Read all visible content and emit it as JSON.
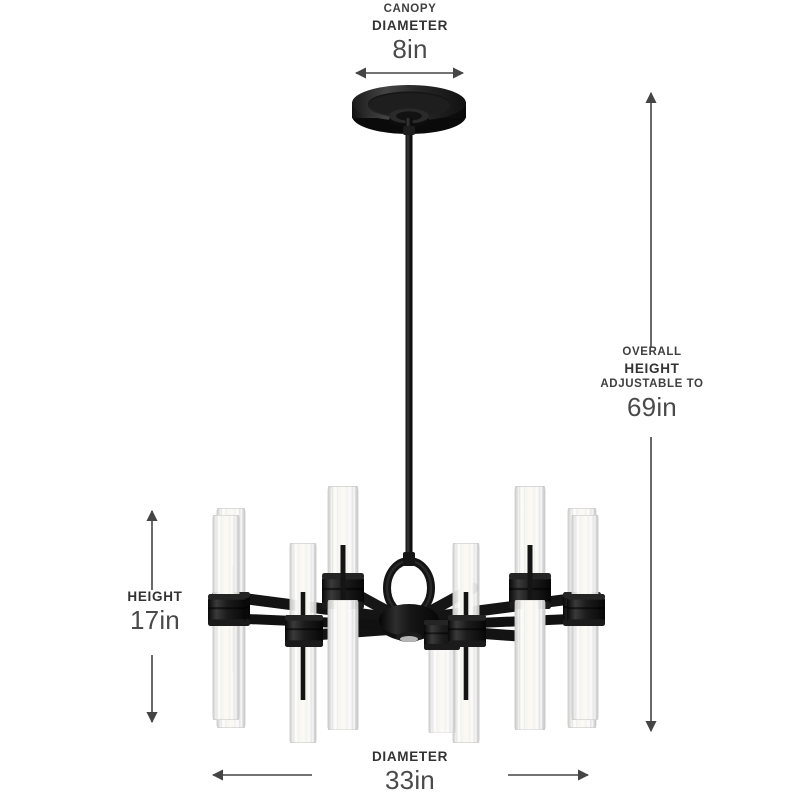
{
  "product": {
    "type": "chandelier",
    "finish_color": "#141414",
    "glass_color": "#f4f4f2",
    "lights": 8
  },
  "annotations": {
    "canopy": {
      "label_small": "CANOPY",
      "label_big": "DIAMETER",
      "value": "8in"
    },
    "overall_height": {
      "label_small": "OVERALL",
      "label_big": "HEIGHT",
      "label_sub": "ADJUSTABLE TO",
      "value": "69in"
    },
    "height": {
      "label_big": "HEIGHT",
      "value": "17in"
    },
    "diameter": {
      "label_big": "DIAMETER",
      "value": "33in"
    }
  },
  "colors": {
    "text": "#3b3b3b",
    "value_text": "#4a4a4a",
    "dimension_line": "#4d4d4d",
    "background": "#ffffff",
    "fixture_black": "#161616",
    "glass_white": "#f7f7f5"
  }
}
